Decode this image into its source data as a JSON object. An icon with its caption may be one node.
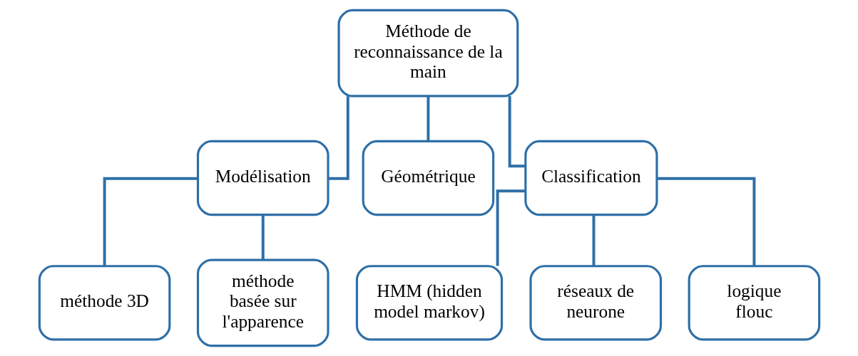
{
  "diagram": {
    "nodes": [
      {
        "text": [
          "Méthode de reconnaissance de la main"
        ]
      },
      {
        "text": [
          "Modélisation"
        ]
      },
      {
        "text": [
          "Géométrique"
        ]
      },
      {
        "text": [
          "Classification"
        ]
      },
      {
        "text": [
          "méthode 3D"
        ]
      },
      {
        "text": [
          "méthode basée sur l'apparence"
        ]
      },
      {
        "text": [
          "HMM (hidden model markov)"
        ]
      },
      {
        "text": [
          "réseaux de neurone"
        ]
      },
      {
        "text": [
          "logique flouc"
        ]
      }
    ],
    "edges": [
      {
        "from": 0,
        "to": 1,
        "arrow": "none"
      },
      {
        "from": 0,
        "to": 2,
        "arrow": "none"
      },
      {
        "from": 0,
        "to": 3,
        "arrow": "none"
      },
      {
        "from": 1,
        "to": 4,
        "arrow": "none"
      },
      {
        "from": 1,
        "to": 5,
        "arrow": "none"
      },
      {
        "from": 3,
        "to": 6,
        "arrow": "none"
      },
      {
        "from": 3,
        "to": 7,
        "arrow": "none"
      },
      {
        "from": 3,
        "to": 8,
        "arrow": "none"
      }
    ]
  }
}
